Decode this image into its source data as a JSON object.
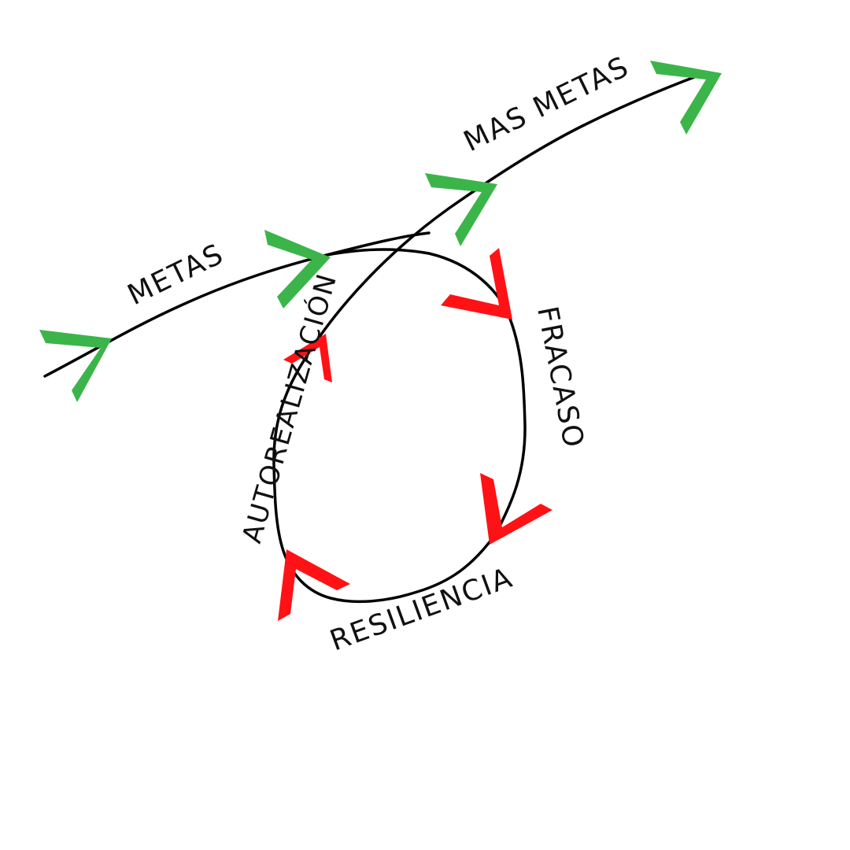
{
  "diagram": {
    "labels": {
      "metas": "METAS",
      "mas_metas": "MAS METAS",
      "fracaso": "FRACASO",
      "resiliencia": "RESILIENCIA",
      "autorealizacion": "AUTOREALIZACIÓN"
    },
    "colors": {
      "line": "#000000",
      "goal_arrow": "#3bb54a",
      "cycle_arrow": "#ff1216",
      "background": "#ffffff"
    },
    "goal_arrow_count": 4,
    "cycle_arrow_count": 4
  }
}
